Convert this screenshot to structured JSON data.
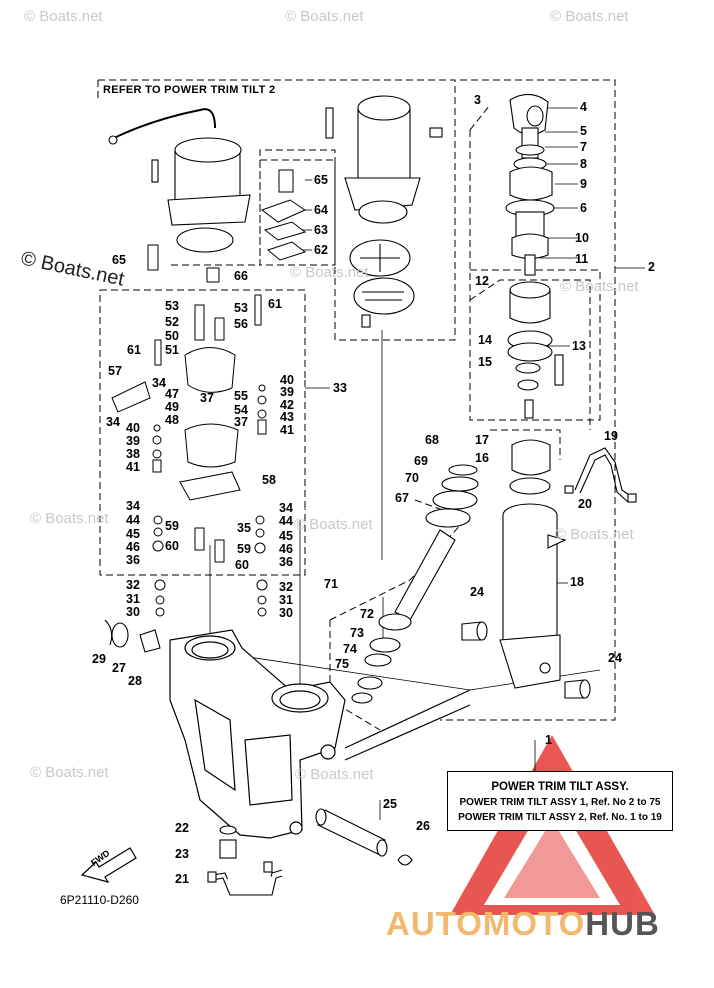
{
  "header": {
    "reference_note": "REFER TO POWER TRIM TILT 2"
  },
  "footer": {
    "diagram_code": "6P21110-D260"
  },
  "legend": {
    "number": "1",
    "title": "POWER TRIM TILT ASSY.",
    "row1": "POWER TRIM TILT ASSY 1,   Ref. No 2 to 75",
    "row2": "POWER TRIM TILT ASSY 2,   Ref. No. 1 to 19"
  },
  "watermarks": {
    "text": "© Boats.net"
  },
  "brand": {
    "part1": "AUTOMOTO",
    "part2": "HUB"
  },
  "fwd_label": "FWD",
  "colors": {
    "brand_orange": "#f2b86e",
    "brand_red": "#e53935",
    "brand_gray": "#555555",
    "watermark": "#c8c8c8"
  },
  "callouts": [
    {
      "n": "4"
    },
    {
      "n": "5"
    },
    {
      "n": "7"
    },
    {
      "n": "8"
    },
    {
      "n": "9"
    },
    {
      "n": "6"
    },
    {
      "n": "10"
    },
    {
      "n": "11"
    },
    {
      "n": "3"
    },
    {
      "n": "2"
    },
    {
      "n": "12"
    },
    {
      "n": "13"
    },
    {
      "n": "14"
    },
    {
      "n": "15"
    },
    {
      "n": "17"
    },
    {
      "n": "16"
    },
    {
      "n": "19"
    },
    {
      "n": "20"
    },
    {
      "n": "18"
    },
    {
      "n": "24"
    },
    {
      "n": "24"
    },
    {
      "n": "65"
    },
    {
      "n": "64"
    },
    {
      "n": "63"
    },
    {
      "n": "62"
    },
    {
      "n": "65"
    },
    {
      "n": "66"
    },
    {
      "n": "53"
    },
    {
      "n": "52"
    },
    {
      "n": "50"
    },
    {
      "n": "51"
    },
    {
      "n": "53"
    },
    {
      "n": "56"
    },
    {
      "n": "61"
    },
    {
      "n": "61"
    },
    {
      "n": "57"
    },
    {
      "n": "34"
    },
    {
      "n": "47"
    },
    {
      "n": "49"
    },
    {
      "n": "48"
    },
    {
      "n": "37"
    },
    {
      "n": "55"
    },
    {
      "n": "54"
    },
    {
      "n": "37"
    },
    {
      "n": "40"
    },
    {
      "n": "39"
    },
    {
      "n": "42"
    },
    {
      "n": "43"
    },
    {
      "n": "41"
    },
    {
      "n": "33"
    },
    {
      "n": "34"
    },
    {
      "n": "40"
    },
    {
      "n": "39"
    },
    {
      "n": "38"
    },
    {
      "n": "41"
    },
    {
      "n": "58"
    },
    {
      "n": "34"
    },
    {
      "n": "44"
    },
    {
      "n": "45"
    },
    {
      "n": "46"
    },
    {
      "n": "36"
    },
    {
      "n": "59"
    },
    {
      "n": "60"
    },
    {
      "n": "35"
    },
    {
      "n": "34"
    },
    {
      "n": "44"
    },
    {
      "n": "45"
    },
    {
      "n": "59"
    },
    {
      "n": "46"
    },
    {
      "n": "36"
    },
    {
      "n": "60"
    },
    {
      "n": "32"
    },
    {
      "n": "31"
    },
    {
      "n": "30"
    },
    {
      "n": "32"
    },
    {
      "n": "31"
    },
    {
      "n": "30"
    },
    {
      "n": "68"
    },
    {
      "n": "69"
    },
    {
      "n": "70"
    },
    {
      "n": "67"
    },
    {
      "n": "71"
    },
    {
      "n": "72"
    },
    {
      "n": "73"
    },
    {
      "n": "74"
    },
    {
      "n": "75"
    },
    {
      "n": "29"
    },
    {
      "n": "27"
    },
    {
      "n": "28"
    },
    {
      "n": "25"
    },
    {
      "n": "26"
    },
    {
      "n": "22"
    },
    {
      "n": "23"
    },
    {
      "n": "21"
    }
  ]
}
